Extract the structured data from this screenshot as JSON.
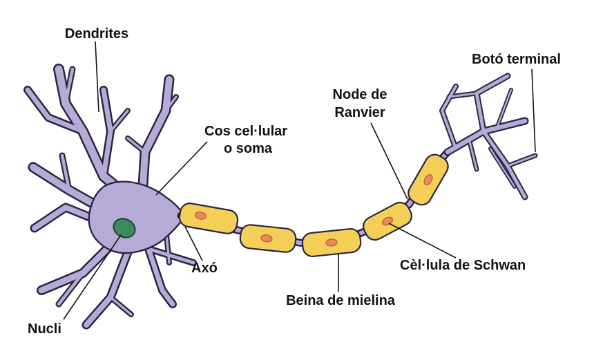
{
  "labels": {
    "dendrites": "Dendrites",
    "soma_line1": "Cos cel·lular",
    "soma_line2": "o soma",
    "node_line1": "Node de",
    "node_line2": "Ranvier",
    "terminal": "Botó terminal",
    "axon": "Axó",
    "nucleus": "Nucli",
    "myelin": "Beina de mielina",
    "schwann": "Cèl·lula de Schwan"
  },
  "colors": {
    "cell_body": "#b6abd6",
    "outline": "#2a2342",
    "nucleus": "#3d8a5c",
    "myelin": "#f4cf58",
    "schwann_nucleus": "#e98a5c"
  }
}
